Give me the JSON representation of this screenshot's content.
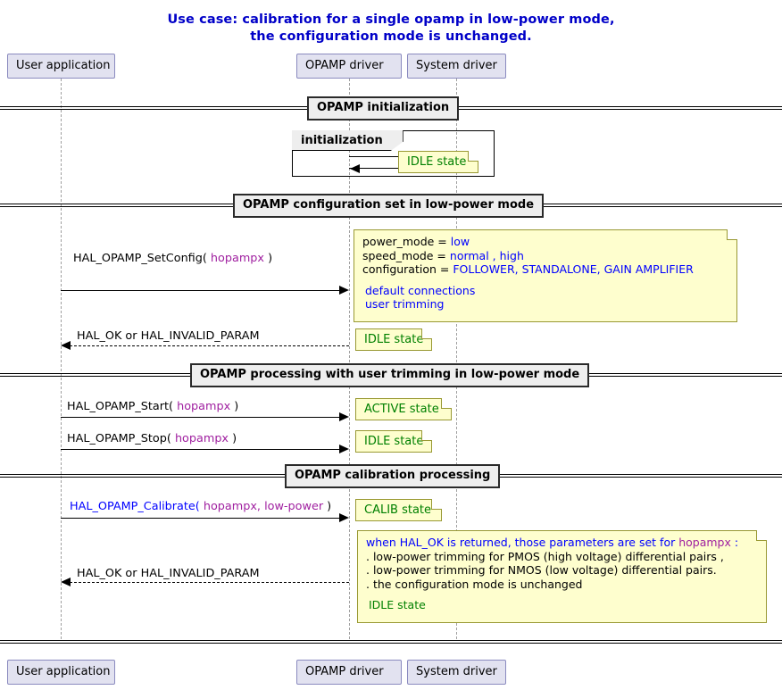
{
  "title": {
    "line1": "Use case: calibration for a single opamp in low-power mode,",
    "line2": "the configuration mode is unchanged."
  },
  "participants": [
    {
      "id": "user-application",
      "label": "User application"
    },
    {
      "id": "opamp-driver",
      "label": "OPAMP driver"
    },
    {
      "id": "system-driver",
      "label": "System driver"
    }
  ],
  "sections": [
    {
      "id": "opamp-initialization",
      "label": "OPAMP initialization"
    },
    {
      "id": "opamp-configuration",
      "label": "OPAMP configuration set in low-power mode"
    },
    {
      "id": "opamp-processing",
      "label": "OPAMP processing with user trimming in low-power mode"
    },
    {
      "id": "opamp-calibration",
      "label": "OPAMP calibration processing"
    }
  ],
  "group": {
    "label": "initialization"
  },
  "messages": {
    "set_config": {
      "prefix": "HAL_OPAMP_SetConfig( ",
      "arg": "hopampx",
      "suffix": " )"
    },
    "set_config_return": "HAL_OK or HAL_INVALID_PARAM",
    "start": {
      "prefix": "HAL_OPAMP_Start( ",
      "arg": "hopampx",
      "suffix": " )"
    },
    "stop": {
      "prefix": "HAL_OPAMP_Stop(",
      "arg": " hopampx",
      "suffix": " )"
    },
    "calibrate": {
      "prefix": "HAL_OPAMP_Calibrate(",
      "arg": " hopampx, low-power",
      "suffix": " )"
    },
    "calibrate_return": "HAL_OK  or  HAL_INVALID_PARAM"
  },
  "notes": {
    "init_state": "IDLE state",
    "config": {
      "line1_key": "power_mode = ",
      "line1_val": "low",
      "line2_key": "speed_mode = ",
      "line2_val": "normal , high",
      "line3_key": "configuration = ",
      "line3_val": "FOLLOWER, STANDALONE, GAIN AMPLIFIER",
      "line4": "default connections",
      "line5": "user trimming"
    },
    "config_state": "IDLE state",
    "start_state": "ACTIVE state",
    "stop_state": "IDLE state",
    "calib_state": "CALIB state",
    "calib_result": {
      "line1_a": "when HAL_OK is returned, those parameters are set for ",
      "line1_b": "hopampx",
      "line1_c": " :",
      "line2": ". low-power trimming for PMOS (high voltage) differential pairs ,",
      "line3": ". low-power trimming for NMOS (low voltage) differential pairs.",
      "line4": ". the configuration mode is unchanged",
      "line5": "IDLE state"
    }
  },
  "colors": {
    "title": "#0000C8",
    "participant_fill": "#E2E2F0",
    "participant_border": "#8A8ABF",
    "note_fill": "#FEFECE",
    "note_border": "#999933",
    "state_green": "#008000",
    "value_blue": "#0000FF",
    "arg_magenta": "#A020A0",
    "divider_fill": "#EEEEEE"
  }
}
